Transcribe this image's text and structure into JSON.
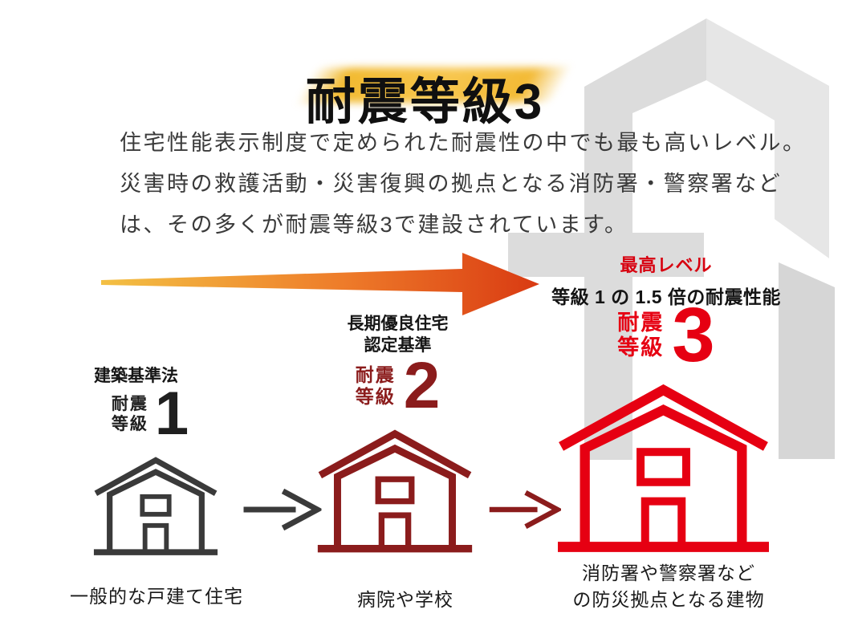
{
  "title": {
    "text": "耐震等級3"
  },
  "description": {
    "lines": [
      "住宅性能表示制度で定められた耐震性の中でも最も高いレベル。",
      "災害時の救護活動・災害復興の拠点となる消防署・警察署など",
      "は、その多くが耐震等級3で建設されています。"
    ]
  },
  "callout": {
    "max_level": "最高レベル",
    "performance": "等級 1 の 1.5 倍の耐震性能"
  },
  "grades": [
    {
      "standard_lines": [
        "建築基準法"
      ],
      "grade_word_line1": "耐震",
      "grade_word_line2": "等級",
      "number": "1",
      "caption_lines": [
        "一般的な戸建て住宅"
      ],
      "color": "#3a3a3a"
    },
    {
      "standard_lines": [
        "長期優良住宅",
        "認定基準"
      ],
      "grade_word_line1": "耐震",
      "grade_word_line2": "等級",
      "number": "2",
      "caption_lines": [
        "病院や学校"
      ],
      "color": "#8b1c1c"
    },
    {
      "standard_lines": [],
      "grade_word_line1": "耐震",
      "grade_word_line2": "等級",
      "number": "3",
      "caption_lines": [
        "消防署や警察署など",
        "の防災拠点となる建物"
      ],
      "color": "#e60012"
    }
  ],
  "icons": {
    "house": "house-outline-icon",
    "arrow_right": "arrow-right-icon",
    "growth_arrow": "tapered-growth-arrow-icon",
    "watermark": "house-logo-watermark"
  },
  "colors": {
    "title_text": "#101010",
    "title_highlight": "#f5bf43",
    "body_text": "#3a3a3a",
    "max_level_red": "#d7000f",
    "grade1": "#3a3a3a",
    "grade2": "#8b1c1c",
    "grade3": "#e60012",
    "arrow_gradient_start": "#f3c044",
    "arrow_gradient_mid": "#ee7c2a",
    "arrow_gradient_end": "#d93a12",
    "watermark_gray_dark": "#dcdcdc",
    "watermark_gray_light": "#e6e6e6",
    "watermark_gray_deep": "#d6d6d6"
  }
}
